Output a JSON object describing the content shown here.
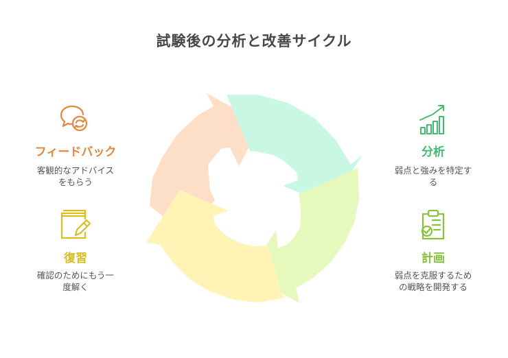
{
  "title": "試験後の分析と改善サイクル",
  "colors": {
    "feedback": "#E8853A",
    "review": "#D9BE1E",
    "analysis": "#3EBD6E",
    "plan": "#86C23A",
    "seg_feedback": "#FDDFC8",
    "seg_analysis": "#C8F7E4",
    "seg_plan": "#E5F9BD",
    "seg_review": "#FFF4B5"
  },
  "steps": {
    "feedback": {
      "label": "フィードバック",
      "desc_line1": "客観的なアドバイス",
      "desc_line2": "をもらう",
      "icon": "speech-bubbles-icon"
    },
    "analysis": {
      "label": "分析",
      "desc_line1": "弱点と強みを特定す",
      "desc_line2": "る",
      "icon": "bar-chart-growth-icon"
    },
    "review": {
      "label": "復習",
      "desc_line1": "確認のためにもう一",
      "desc_line2": "度解く",
      "icon": "notebook-pencil-icon"
    },
    "plan": {
      "label": "計画",
      "desc_line1": "弱点を克服するため",
      "desc_line2": "の戦略を開発する",
      "icon": "clipboard-check-icon"
    }
  }
}
